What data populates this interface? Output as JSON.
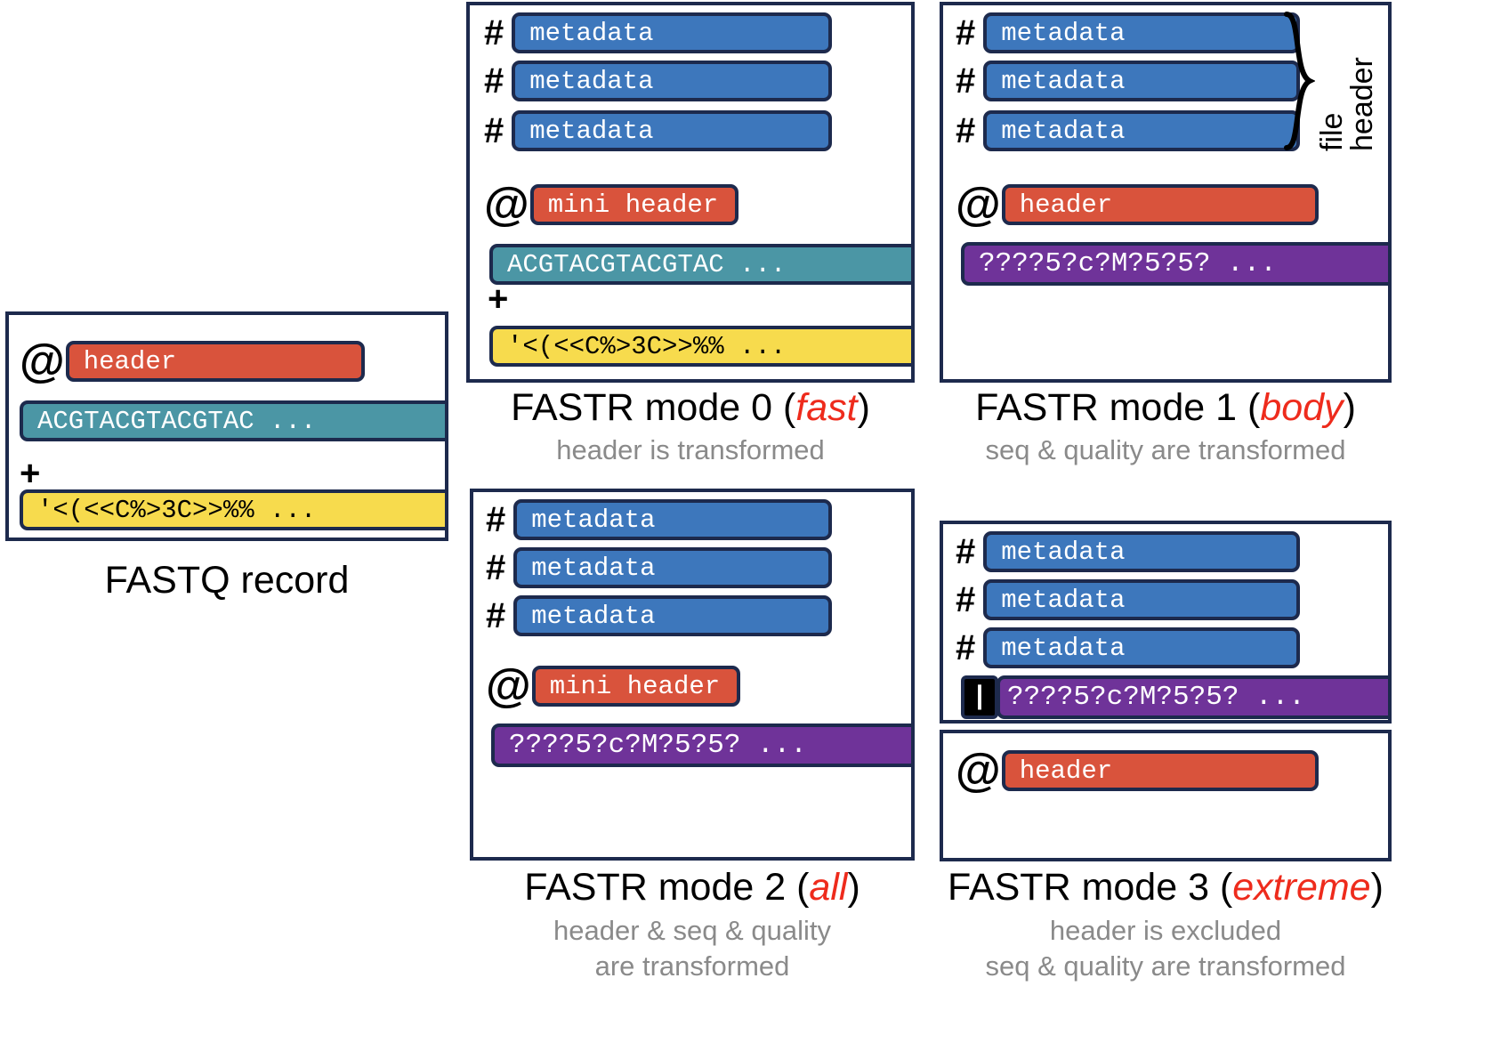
{
  "glyphs": {
    "hash": "#",
    "at": "@",
    "plus": "+",
    "bar_marker": "|"
  },
  "lines": {
    "metadata": "metadata",
    "header": "header",
    "mini_header": "mini header",
    "sequence": "ACGTACGTACGTAC ...",
    "quality": "'<(<<C%>3C>>%% ...",
    "encoded_body": "????5?c?M?5?5? ..."
  },
  "colors": {
    "metadata": "#3d77bc",
    "header": "#d9533c",
    "sequence": "#4b96a5",
    "quality": "#f7db4d",
    "encoded": "#6f3399",
    "outline": "#1d2a4d",
    "accent_red": "#ee2b1c",
    "caption_gray": "#8a8a8a"
  },
  "fastq_record": {
    "caption": "FASTQ record",
    "rows": [
      {
        "prefix": "@",
        "label": "header"
      },
      {
        "prefix": "",
        "label": "ACGTACGTACGTAC ..."
      },
      {
        "prefix": "+",
        "label": ""
      },
      {
        "prefix": "",
        "label": "'<(<<C%>3C>>%% ..."
      }
    ]
  },
  "annotations": {
    "file_header": "file header"
  },
  "modes": [
    {
      "id": "mode0",
      "title_prefix": "FASTR mode 0 (",
      "title_name": "fast",
      "title_suffix": ")",
      "subtitle": [
        "header is transformed"
      ],
      "rows": [
        {
          "prefix": "#",
          "label": "metadata"
        },
        {
          "prefix": "#",
          "label": "metadata"
        },
        {
          "prefix": "#",
          "label": "metadata"
        },
        {
          "prefix": "@",
          "label": "mini header"
        },
        {
          "prefix": "",
          "label": "ACGTACGTACGTAC ..."
        },
        {
          "prefix": "+",
          "label": ""
        },
        {
          "prefix": "",
          "label": "'<(<<C%>3C>>%% ..."
        }
      ]
    },
    {
      "id": "mode1",
      "title_prefix": "FASTR mode 1 (",
      "title_name": "body",
      "title_suffix": ")",
      "subtitle": [
        "seq & quality are transformed"
      ],
      "rows": [
        {
          "prefix": "#",
          "label": "metadata"
        },
        {
          "prefix": "#",
          "label": "metadata"
        },
        {
          "prefix": "#",
          "label": "metadata"
        },
        {
          "prefix": "@",
          "label": "header"
        },
        {
          "prefix": "",
          "label": "????5?c?M?5?5? ..."
        }
      ]
    },
    {
      "id": "mode2",
      "title_prefix": "FASTR mode 2 (",
      "title_name": "all",
      "title_suffix": ")",
      "subtitle": [
        "header & seq & quality",
        "are transformed"
      ],
      "rows": [
        {
          "prefix": "#",
          "label": "metadata"
        },
        {
          "prefix": "#",
          "label": "metadata"
        },
        {
          "prefix": "#",
          "label": "metadata"
        },
        {
          "prefix": "@",
          "label": "mini header"
        },
        {
          "prefix": "",
          "label": "????5?c?M?5?5? ..."
        }
      ]
    },
    {
      "id": "mode3",
      "title_prefix": "FASTR mode 3 (",
      "title_name": "extreme",
      "title_suffix": ")",
      "subtitle": [
        "header is excluded",
        "seq & quality are transformed"
      ],
      "rows": [
        {
          "prefix": "#",
          "label": "metadata"
        },
        {
          "prefix": "#",
          "label": "metadata"
        },
        {
          "prefix": "#",
          "label": "metadata"
        },
        {
          "prefix": "|",
          "label": "????5?c?M?5?5? ..."
        }
      ],
      "extra_rows": [
        {
          "prefix": "@",
          "label": "header"
        }
      ]
    }
  ]
}
